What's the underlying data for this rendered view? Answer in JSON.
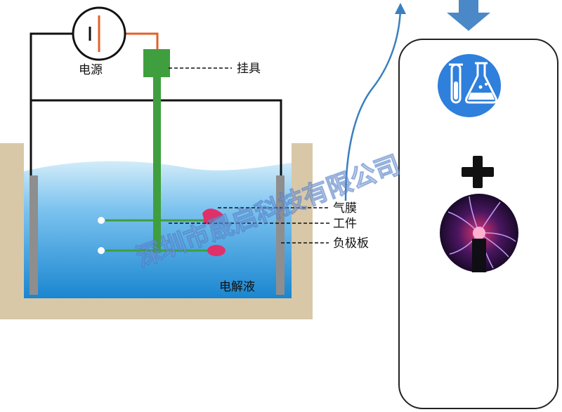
{
  "labels": {
    "power_source": "电源",
    "hanger": "挂具",
    "gas_film": "气膜",
    "workpiece": "工件",
    "cathode_plate": "负极板",
    "electrolyte": "电解液"
  },
  "watermark": "深圳市晟启科技有限公司",
  "colors": {
    "tank_wall": "#d8c8a8",
    "electrolyte_top": "#c6e5f6",
    "electrolyte_bottom": "#1f8fd6",
    "hanger_green": "#3f9f3f",
    "plate_gray": "#8e8e8e",
    "arrow_blue": "#3a7fc0",
    "chem_circle": "#2f7fdc",
    "plasma_purple": "#3a0f4a",
    "gas_film_pink": "#e0306a"
  },
  "icons": {
    "down_arrow": "down-arrow-icon",
    "chemistry": "test-tube-flask-icon",
    "plus": "plus-icon",
    "plasma": "plasma-ball-icon"
  }
}
